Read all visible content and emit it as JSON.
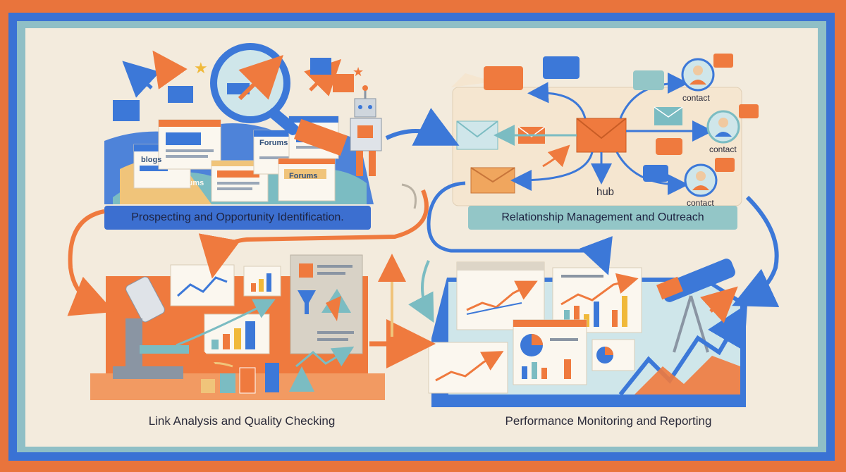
{
  "stages": {
    "prospecting": {
      "title": "Prospecting and Opportunity Identification."
    },
    "relationship": {
      "title": "Relationship Management and Outreach"
    },
    "link_analysis": {
      "title": "Link Analysis and Quality Checking"
    },
    "performance": {
      "title": "Performance Monitoring and Reporting"
    }
  },
  "prospecting_labels": {
    "blogs": "blogs",
    "forums_1": "forums",
    "forums_2": "Forums",
    "forums_3": "Forums"
  },
  "relationship_labels": {
    "hub": "hub",
    "contact_1": "contact",
    "contact_2": "contact",
    "contact_3": "contact"
  },
  "colors": {
    "frame_outer": "#3a72d4",
    "frame_inner": "#8fbfc6",
    "paper": "#f3ebdd",
    "orange": "#ef7a3e",
    "blue": "#3c78d8",
    "teal": "#7bbcc2",
    "banner_blue": "#3c6fd0",
    "banner_teal": "#93c6c7"
  }
}
